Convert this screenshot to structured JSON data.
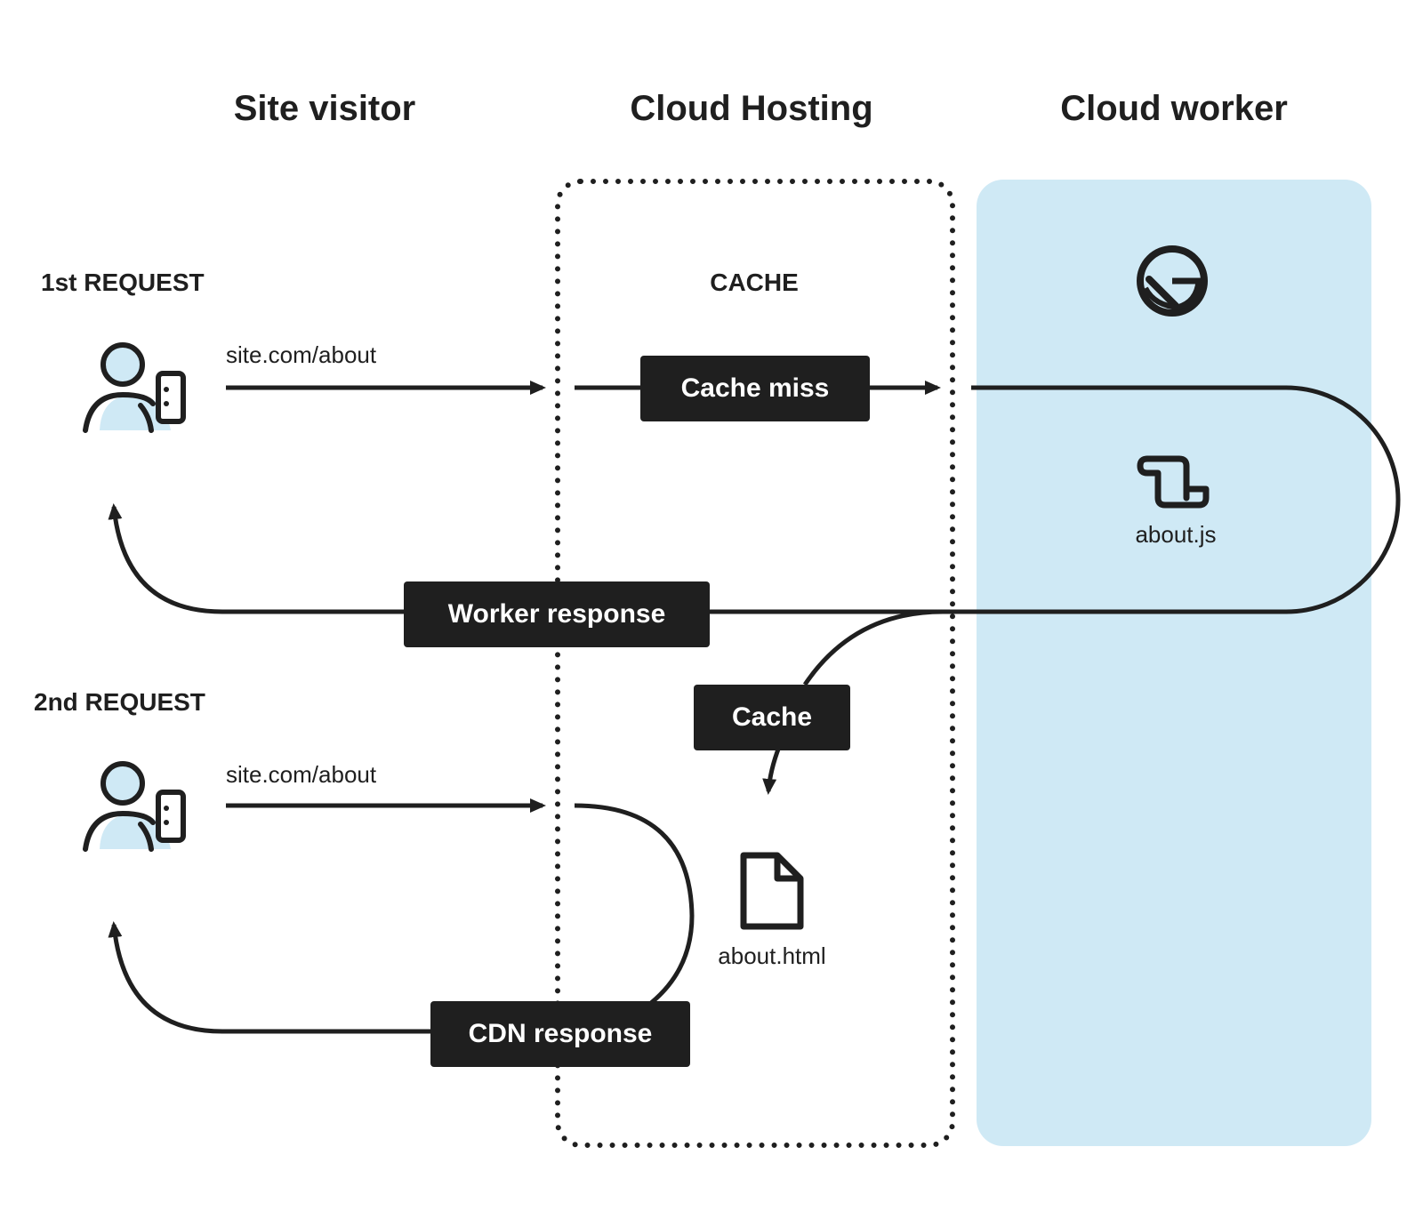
{
  "columns": {
    "visitor": "Site visitor",
    "hosting": "Cloud Hosting",
    "worker": "Cloud worker"
  },
  "requests": {
    "first": "1st REQUEST",
    "second": "2nd REQUEST"
  },
  "urls": {
    "first": "site.com/about",
    "second": "site.com/about"
  },
  "hosting": {
    "cache_label": "CACHE",
    "file_label": "about.html"
  },
  "worker": {
    "file_label": "about.js",
    "panel_color": "#cfe9f5",
    "logo_icon": "gatsby-logo-icon",
    "script_icon": "scroll-icon"
  },
  "pills": {
    "cache_miss": "Cache miss",
    "worker_response": "Worker response",
    "cache": "Cache",
    "cdn_response": "CDN response"
  },
  "colors": {
    "ink": "#1f1f1f",
    "person_fill": "#cfe9f5"
  }
}
